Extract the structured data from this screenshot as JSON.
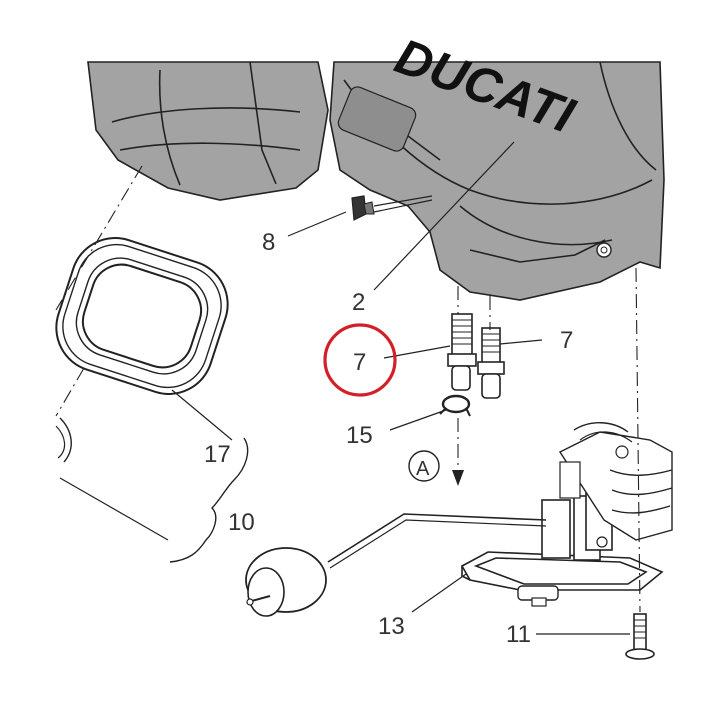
{
  "brand": {
    "logo_text": "DUCATI"
  },
  "callouts": {
    "c2": "2",
    "c7_left": "7",
    "c7_right": "7",
    "c8": "8",
    "c10": "10",
    "c11": "11",
    "c13": "13",
    "c15": "15",
    "c17": "17",
    "view_a": "A"
  },
  "highlight": {
    "target": "7",
    "color": "#d0202a"
  },
  "colors": {
    "tank_fill": "#a3a3a3",
    "line": "#222222",
    "text": "#333333"
  }
}
